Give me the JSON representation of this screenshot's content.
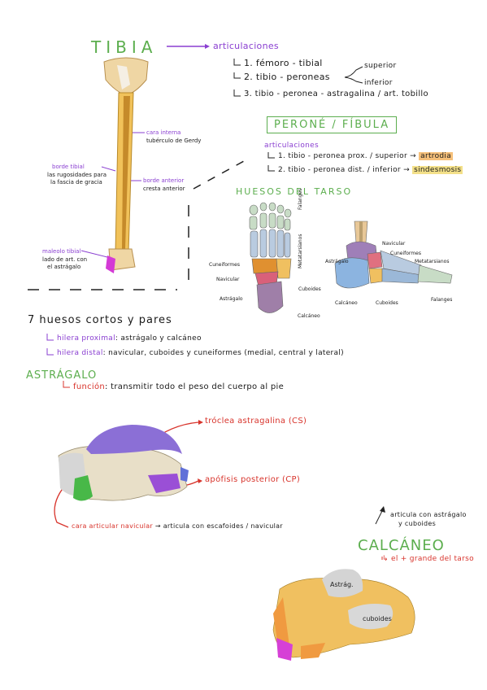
{
  "tibia": {
    "title": "TIBIA",
    "arrow_label": "articulaciones",
    "joints": [
      "1. fémoro - tibial",
      "2. tibio - peroneas",
      "3. tibio - peronea - astragalina / art. tobillo"
    ],
    "branch_superior": "superior",
    "branch_inferior": "inferior",
    "labels": {
      "cara_interna": "cara interna",
      "cara_interna_note": "tubérculo de Gerdy",
      "borde_tibial": "borde tibial",
      "borde_tibial_note1": "las rugosidades para",
      "borde_tibial_note2": "la fascia de gracia",
      "borde_anterior": "borde anterior",
      "borde_anterior_note": "cresta anterior",
      "maleolo": "maleolo tibial",
      "maleolo_note1": "lado de art. con",
      "maleolo_note2": "el astrágalo"
    }
  },
  "perone": {
    "title": "PERONÉ / FÍBULA",
    "sub": "articulaciones",
    "items": [
      {
        "text": "1. tibio - peronea prox. / superior →",
        "tag": "artrodia"
      },
      {
        "text": "2. tibio - peronea dist. / inferior →",
        "tag": "sindesmosis"
      }
    ]
  },
  "huesos_tarso": {
    "title": "HUESOS DEL TARSO",
    "fig_labels": {
      "falanges": "Falanges",
      "metatarsianos": "Metatarsianos",
      "cuneiformes": "Cuneiformes",
      "navicular": "Navicular",
      "cuboides": "Cuboides",
      "astragalo": "Astrágalo",
      "calcaneo": "Calcáneo"
    },
    "fig2_labels": {
      "navicular": "Navicular",
      "cuneiformes": "Cuneiformes",
      "metatarsianos": "Metatarsianos",
      "astragalo": "Astrágalo",
      "calcaneo": "Calcáneo",
      "cuboides": "Cuboides",
      "falanges": "Falanges"
    }
  },
  "siete": {
    "title": "7 huesos cortos y pares",
    "hilera_proximal_label": "hilera proximal",
    "hilera_proximal_text": ": astrágalo y calcáneo",
    "hilera_distal_label": "hilera distal",
    "hilera_distal_text": ": navicular, cuboides y cuneiformes (medial, central y lateral)"
  },
  "astragalo": {
    "title": "ASTRÁGALO",
    "funcion_label": "función",
    "funcion_text": ": transmitir todo el peso del cuerpo al pie",
    "troclea": "tróclea astragalina (CS)",
    "apofisis": "apófisis posterior (CP)",
    "cara_nav_label": "cara articular navicular",
    "cara_nav_text": "→ articula con escafoides / navicular"
  },
  "calcaneo": {
    "title": "CALCÁNEO",
    "articula1": "articula con astrágalo",
    "articula2": "y cuboides",
    "desc": "↳ el + grande del tarso",
    "astrag_label": "Astrág.",
    "cuboides_label": "cuboides"
  }
}
